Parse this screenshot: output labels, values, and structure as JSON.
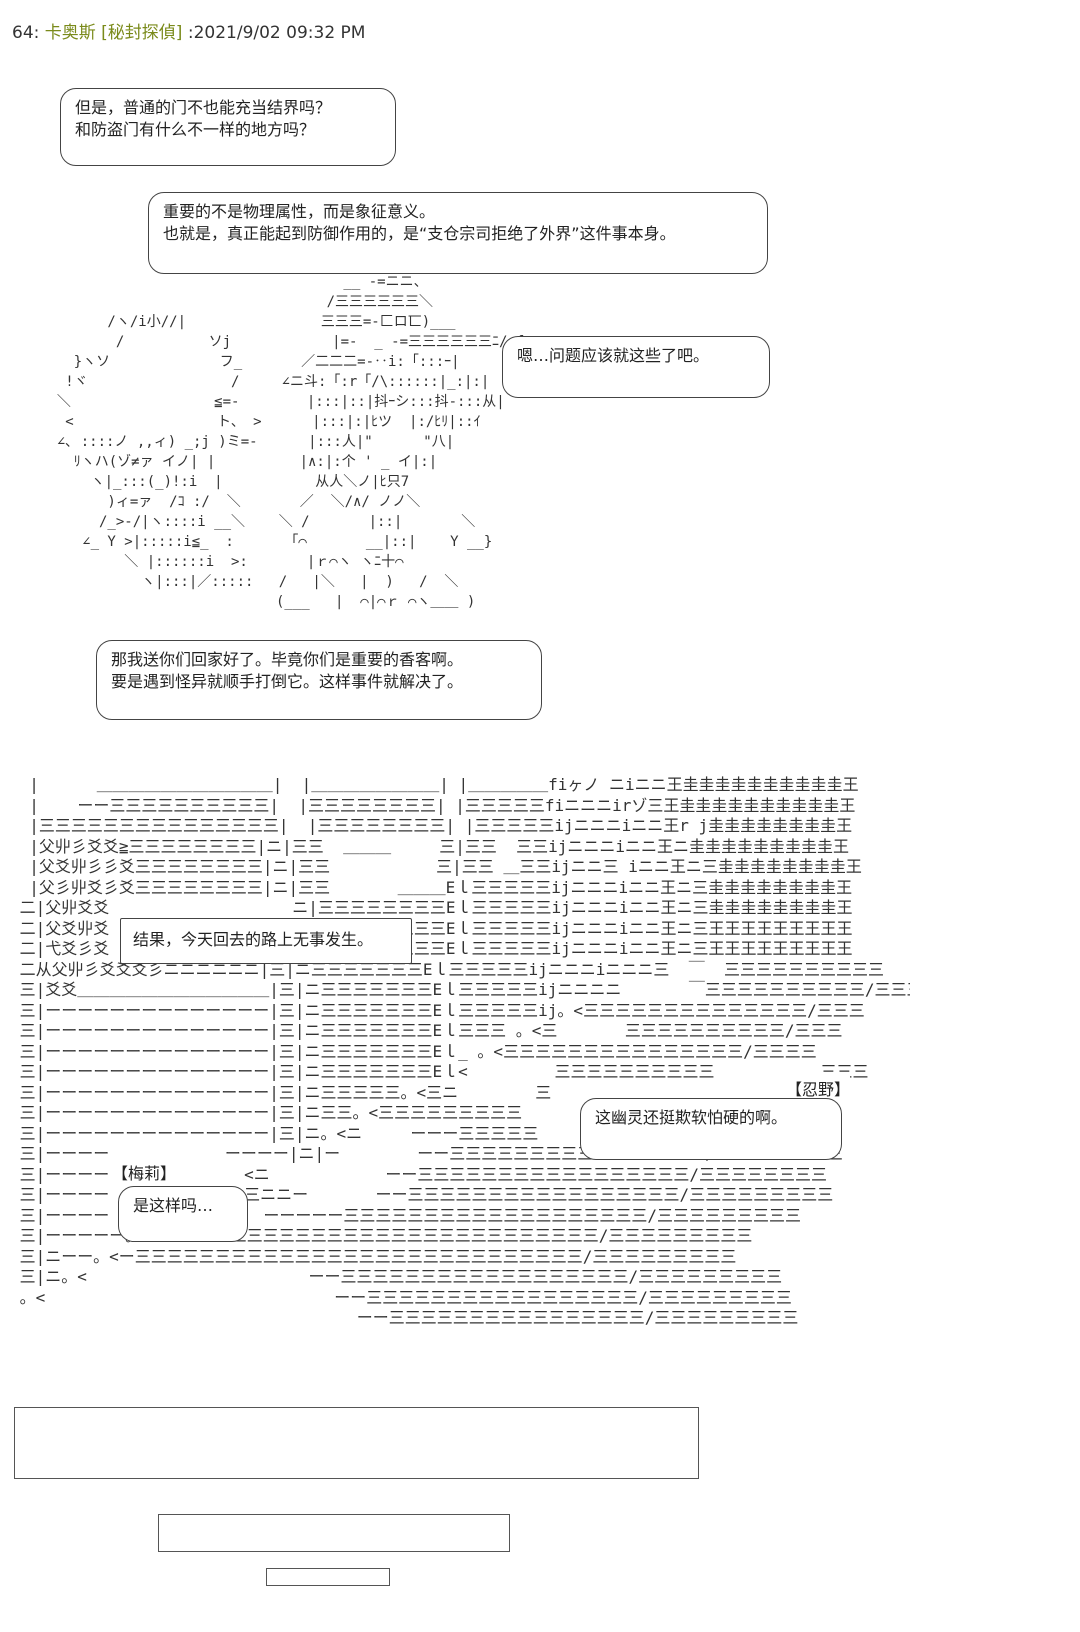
{
  "header": {
    "post_number": "64:",
    "author": "卡奥斯 [秘封探偵]",
    "timestamp": ":2021/9/02 09:32 PM"
  },
  "bubbles": {
    "b1": [
      "但是，普通的门不也能充当结界吗？",
      "和防盗门有什么不一样的地方吗？"
    ],
    "b2": [
      "重要的不是物理属性，而是象征意义。",
      "也就是，真正能起到防御作用的，是“支仓宗司拒绝了外界”这件事本身。"
    ],
    "b3": [
      "嗯…问题应该就这些了吧。"
    ],
    "b4": [
      "那我送你们回家好了。毕竟你们是重要的香客啊。",
      "要是遇到怪异就顺手打倒它。这样事件就解决了。"
    ],
    "b5": [
      "结果，今天回去的路上无事发生。"
    ],
    "b6": [
      "这幽灵还挺欺软怕硬的啊。"
    ],
    "b7": [
      "是这样吗…"
    ]
  },
  "tags": {
    "shinobu": "【忍野】",
    "meri": "【梅莉】"
  },
  "colors": {
    "author": "#7a8a1a",
    "text": "#222222"
  }
}
